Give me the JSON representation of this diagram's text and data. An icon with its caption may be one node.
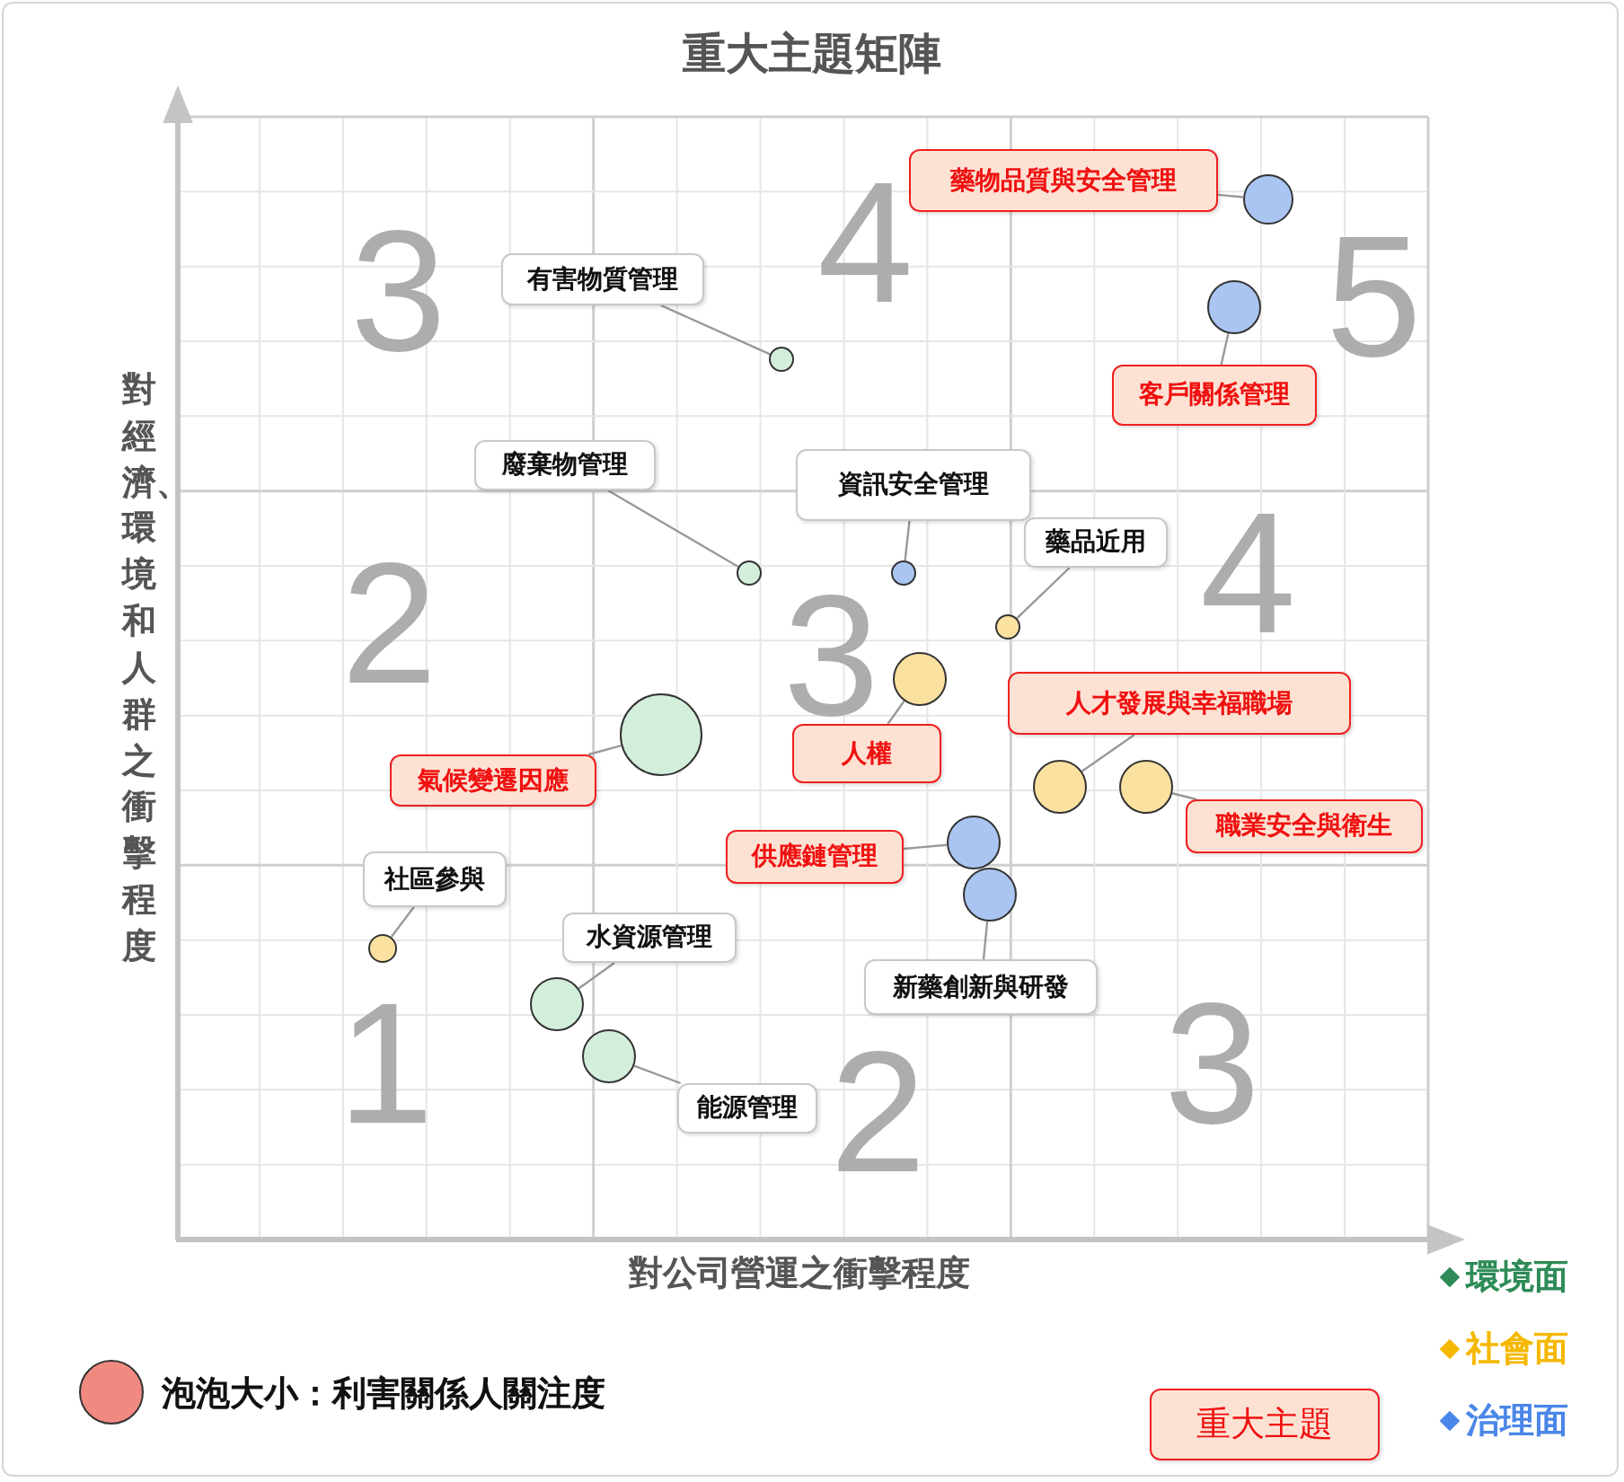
{
  "diagram": {
    "title": "重大主題矩陣",
    "nodes": [
      {
        "text": [
          "藥物品質與安全管理"
        ]
      },
      {
        "text": [
          "有害物質管理"
        ]
      },
      {
        "text": [
          "客戶關係管理"
        ]
      },
      {
        "text": [
          "廢棄物管理"
        ]
      },
      {
        "text": [
          "資訊安全管理"
        ]
      },
      {
        "text": [
          "藥品近用"
        ]
      },
      {
        "text": [
          "人才發展與幸福職場"
        ]
      },
      {
        "text": [
          "人權"
        ]
      },
      {
        "text": [
          "氣候變遷因應"
        ]
      },
      {
        "text": [
          "職業安全與衛生"
        ]
      },
      {
        "text": [
          "供應鏈管理"
        ]
      },
      {
        "text": [
          "社區參與"
        ]
      },
      {
        "text": [
          "水資源管理"
        ]
      },
      {
        "text": [
          "新藥創新與研發"
        ]
      },
      {
        "text": [
          "能源管理"
        ]
      },
      {
        "text": [],
        "shape": "circle"
      },
      {
        "text": [],
        "shape": "circle"
      },
      {
        "text": [],
        "shape": "circle"
      },
      {
        "text": [],
        "shape": "circle"
      },
      {
        "text": [],
        "shape": "circle"
      },
      {
        "text": [],
        "shape": "circle"
      },
      {
        "text": [],
        "shape": "circle"
      },
      {
        "text": [],
        "shape": "circle"
      },
      {
        "text": [],
        "shape": "circle"
      },
      {
        "text": [],
        "shape": "circle"
      },
      {
        "text": [],
        "shape": "circle"
      },
      {
        "text": [],
        "shape": "circle"
      },
      {
        "text": [],
        "shape": "circle"
      },
      {
        "text": [],
        "shape": "circle"
      },
      {
        "text": [],
        "shape": "circle"
      }
    ],
    "edges": [
      {
        "from": 0,
        "to": 15,
        "arrow": "none"
      },
      {
        "from": 1,
        "to": 16,
        "arrow": "none"
      },
      {
        "from": 2,
        "to": 17,
        "arrow": "none"
      },
      {
        "from": 3,
        "to": 18,
        "arrow": "none"
      },
      {
        "from": 4,
        "to": 19,
        "arrow": "none"
      },
      {
        "from": 5,
        "to": 20,
        "arrow": "none"
      },
      {
        "from": 6,
        "to": 21,
        "arrow": "none"
      },
      {
        "from": 7,
        "to": 22,
        "arrow": "none"
      },
      {
        "from": 8,
        "to": 23,
        "arrow": "none"
      },
      {
        "from": 9,
        "to": 24,
        "arrow": "none"
      },
      {
        "from": 10,
        "to": 25,
        "arrow": "none"
      },
      {
        "from": 11,
        "to": 26,
        "arrow": "none"
      },
      {
        "from": 12,
        "to": 27,
        "arrow": "none"
      },
      {
        "from": 13,
        "to": 28,
        "arrow": "none"
      },
      {
        "from": 14,
        "to": 29,
        "arrow": "none"
      }
    ],
    "labels": [
      "3",
      "4",
      "5",
      "對經濟、環境和人群之衝擊程度",
      "2",
      "3",
      "4",
      "1",
      "2",
      "3",
      "對公司營運之衝擊程度"
    ],
    "legend": [
      {
        "text": "環境面",
        "color": "#2e8b57"
      },
      {
        "text": "社會面",
        "color": "#f5b800"
      },
      {
        "text": "治理面",
        "color": "#4a86e8"
      },
      {
        "text": "泡泡大小：利害關係人關注度",
        "color": "#f08a80"
      },
      {
        "text": "重大主題"
      }
    ]
  }
}
